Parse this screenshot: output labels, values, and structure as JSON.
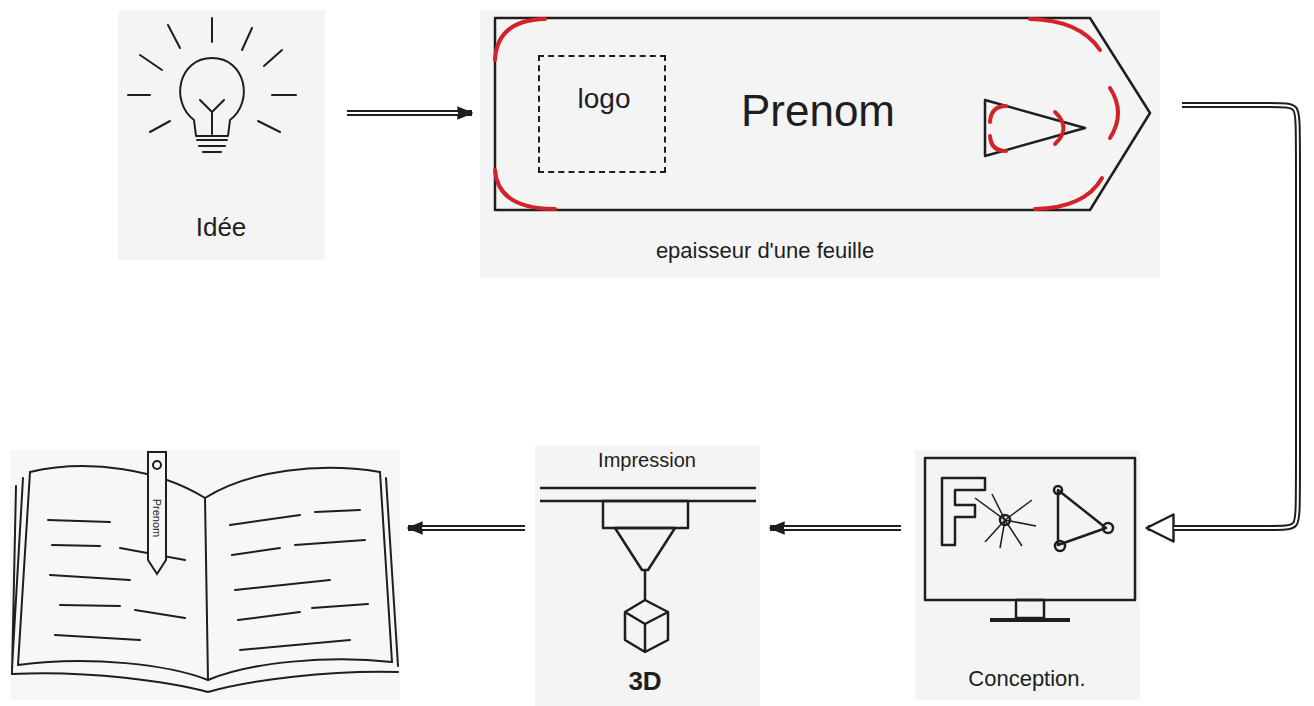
{
  "diagram": {
    "nodes": [
      {
        "text": [
          "Idée"
        ]
      },
      {
        "text": [
          "Prenom",
          "epaisseur d'une feuille"
        ]
      },
      {
        "text": [
          "logo"
        ],
        "in": 1
      },
      {
        "text": [
          "Conception."
        ]
      },
      {
        "text": [
          "Impression",
          "3D"
        ]
      },
      {
        "text": [
          "Prenom"
        ]
      }
    ],
    "edges": [
      {
        "from": 0,
        "to": 1,
        "arrow": "to"
      },
      {
        "from": 1,
        "to": 3,
        "arrow": "to"
      },
      {
        "from": 3,
        "to": 4,
        "arrow": "to"
      },
      {
        "from": 4,
        "to": 5,
        "arrow": "to"
      }
    ]
  }
}
